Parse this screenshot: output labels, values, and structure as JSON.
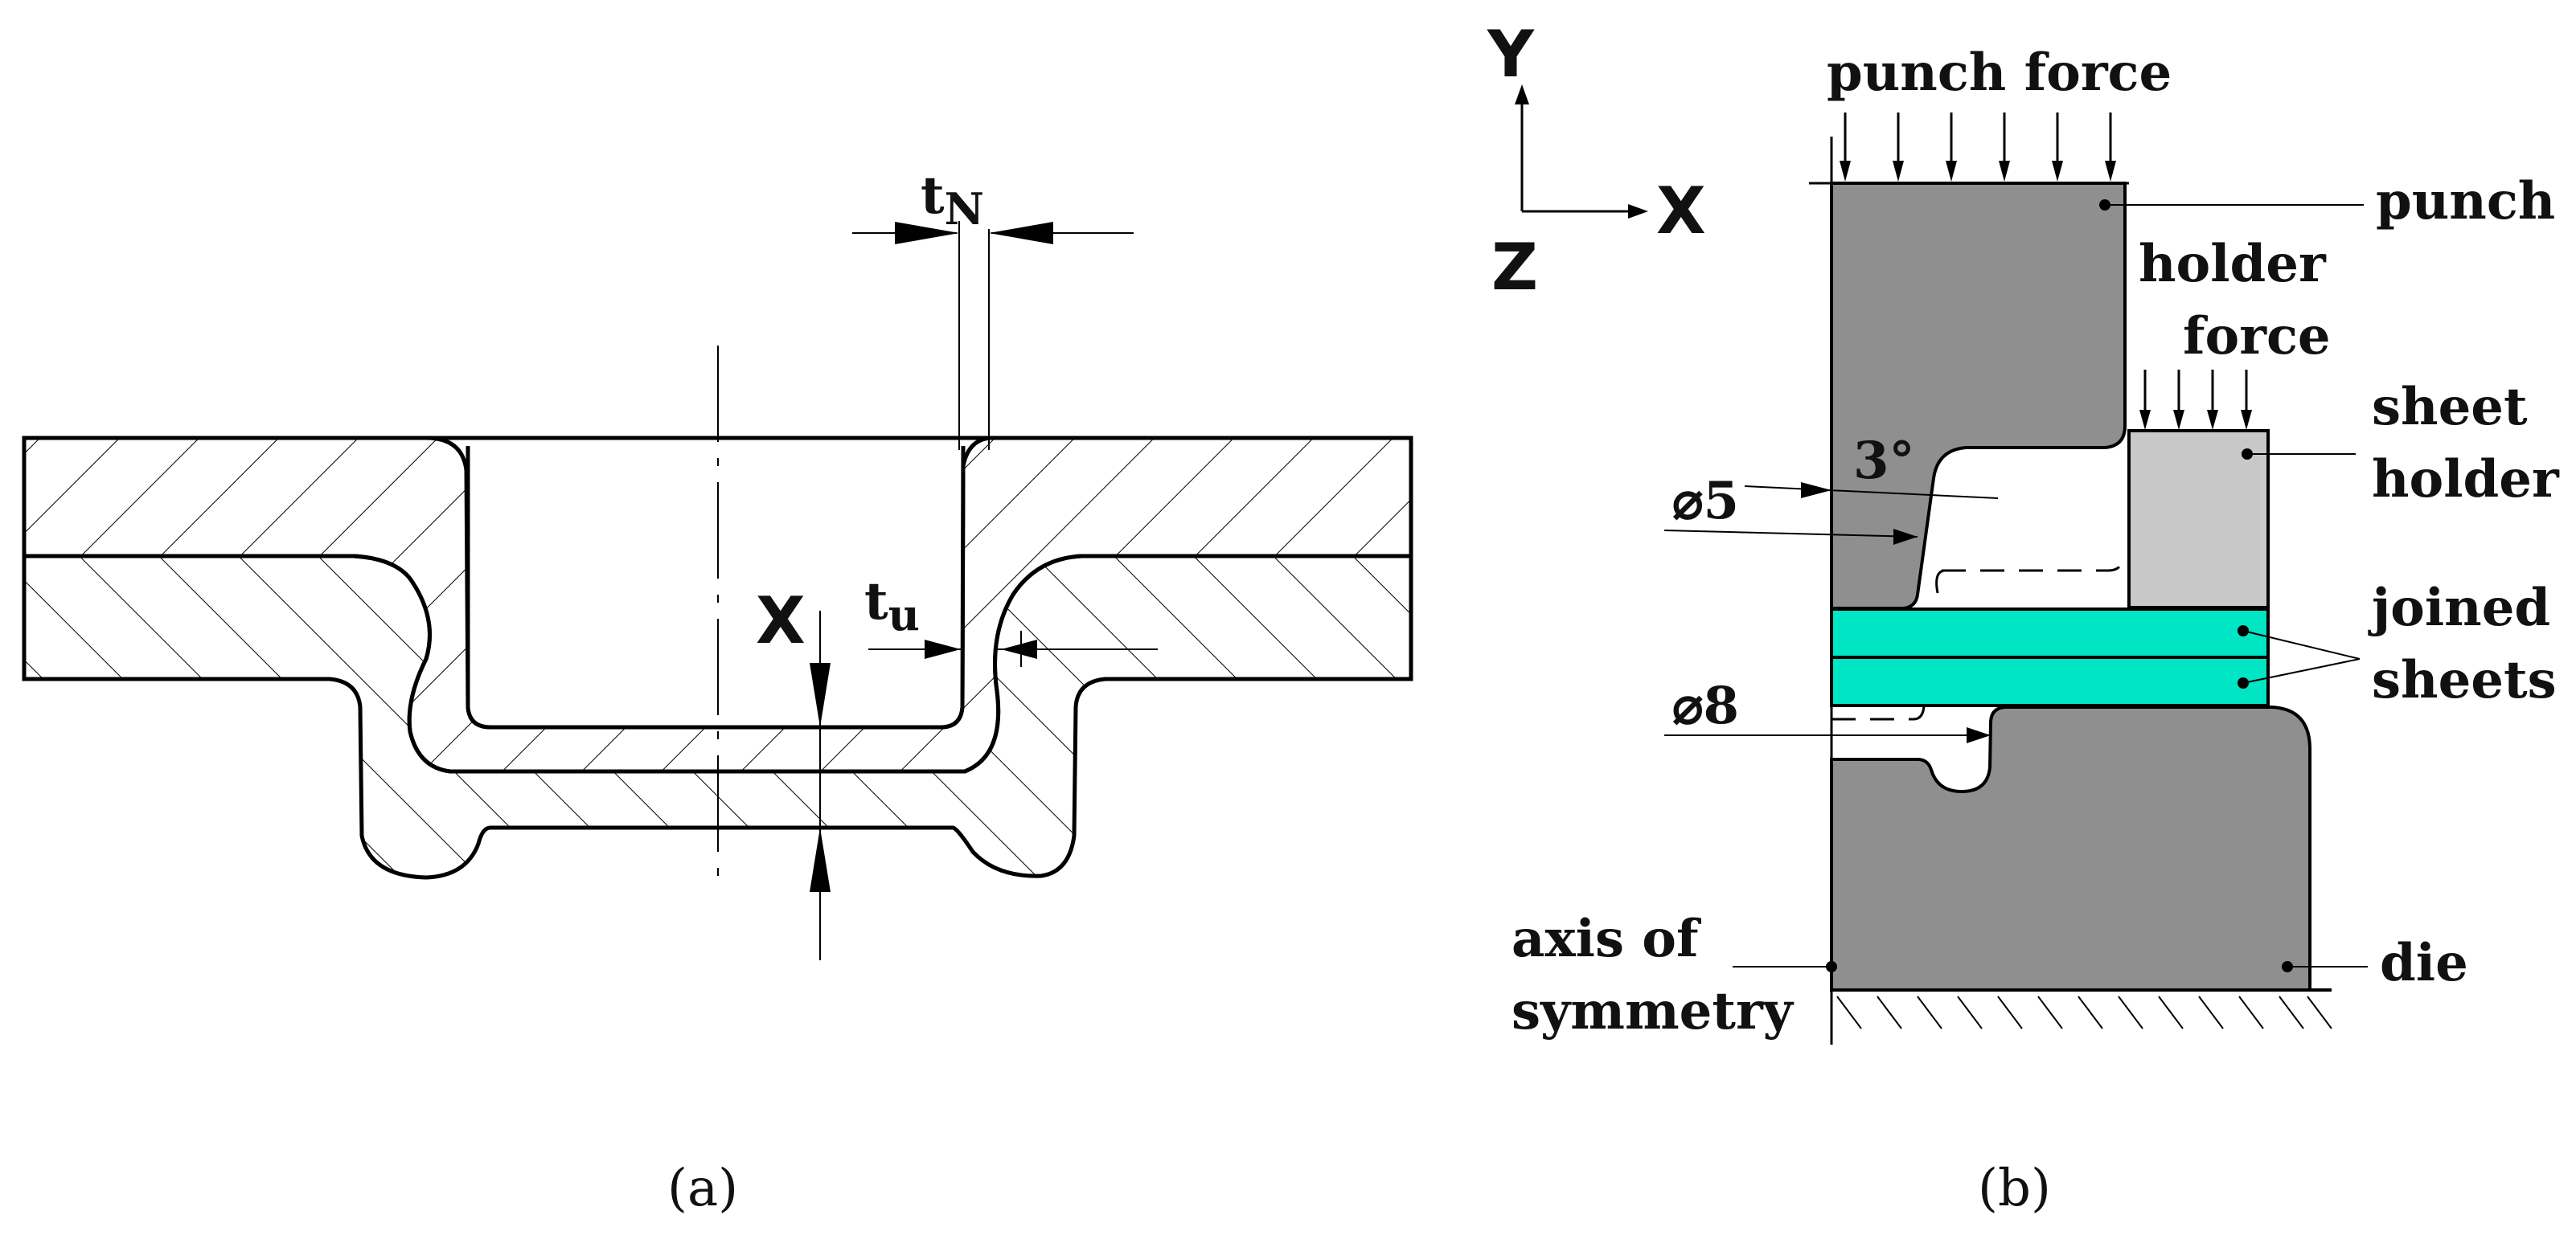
{
  "panel_a": {
    "caption": "(a)",
    "t_n": "t",
    "t_n_sub": "N",
    "t_u": "t",
    "t_u_sub": "u",
    "x_label": "X"
  },
  "panel_b": {
    "caption": "(b)",
    "axis_y": "Y",
    "axis_x": "X",
    "axis_z": "Z",
    "punch_force": "punch force",
    "punch": "punch",
    "holder_force_1": "holder",
    "holder_force_2": "force",
    "sheet_holder_1": "sheet",
    "sheet_holder_2": "holder",
    "joined_sheets_1": "joined",
    "joined_sheets_2": "sheets",
    "angle": "3°",
    "dia5": "⌀5",
    "dia8": "⌀8",
    "axis_sym_1": "axis of",
    "axis_sym_2": "symmetry",
    "die": "die"
  },
  "colors": {
    "tool_gray": "#8f8f8f",
    "holder_gray": "#c8c8c8",
    "sheet_cyan": "#00e5c3",
    "line": "#000000"
  }
}
